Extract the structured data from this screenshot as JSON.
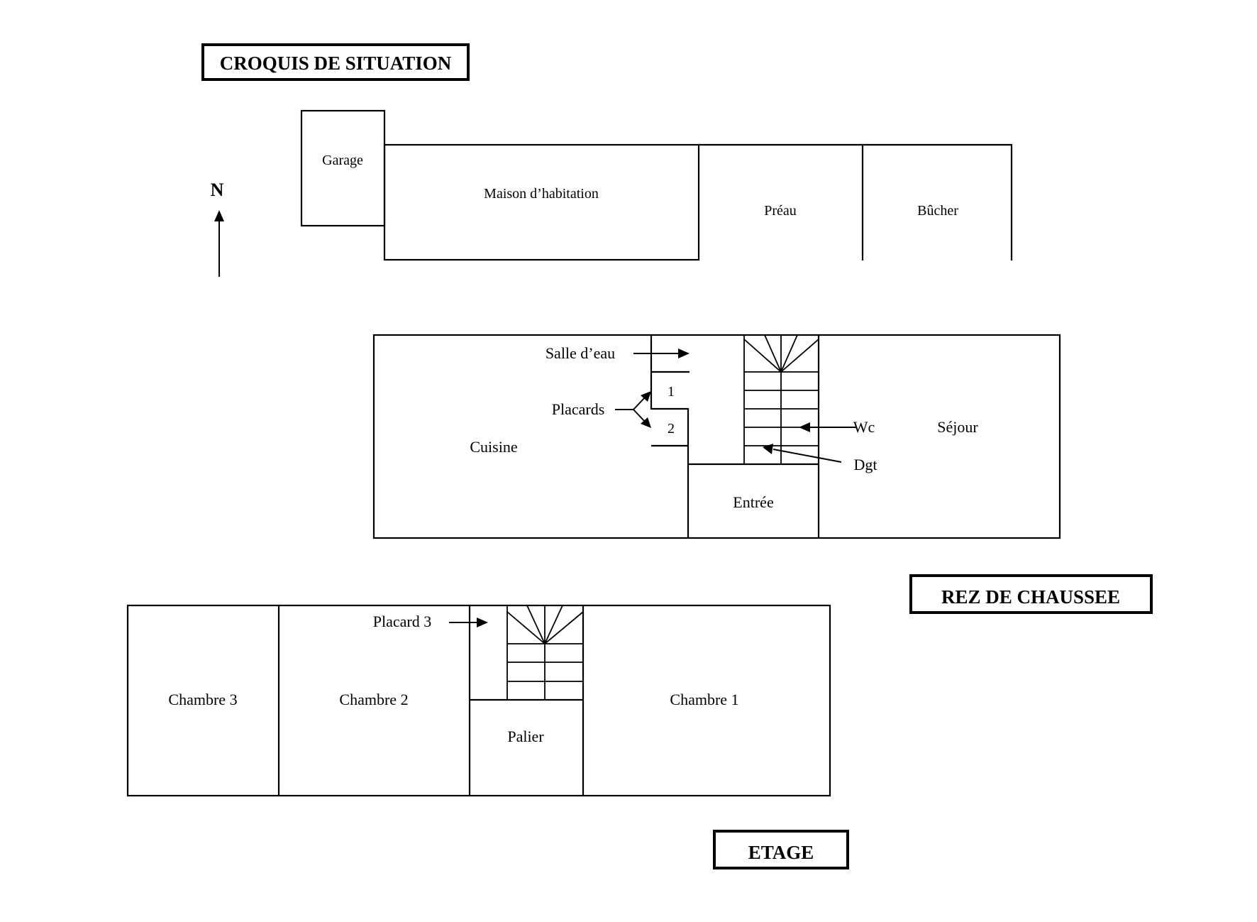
{
  "situation": {
    "title": "CROQUIS DE SITUATION",
    "north": "N",
    "buildings": {
      "garage": "Garage",
      "maison": "Maison d’habitation",
      "preau": "Préau",
      "bucher": "Bûcher"
    }
  },
  "ground_floor": {
    "title": "REZ DE CHAUSSEE",
    "rooms": {
      "cuisine": "Cuisine",
      "salle_eau": "Salle d’eau",
      "placards": "Placards",
      "placard_1": "1",
      "placard_2": "2",
      "entree": "Entrée",
      "wc": "Wc",
      "dgt": "Dgt",
      "sejour": "Séjour"
    }
  },
  "upper_floor": {
    "title": "ETAGE",
    "rooms": {
      "chambre_3": "Chambre 3",
      "chambre_2": "Chambre 2",
      "placard_3": "Placard 3",
      "palier": "Palier",
      "chambre_1": "Chambre 1"
    }
  }
}
